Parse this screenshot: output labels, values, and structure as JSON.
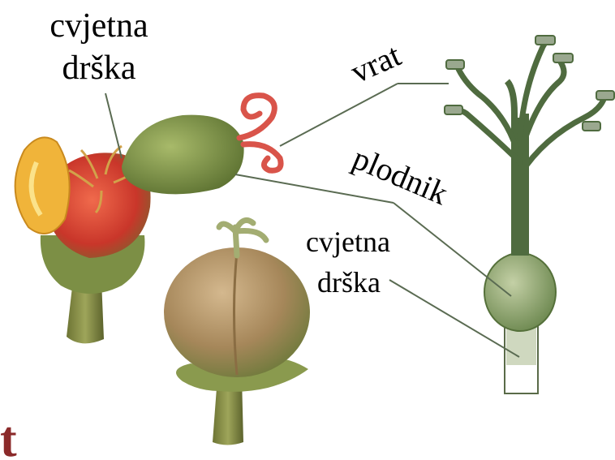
{
  "labels": {
    "pedicel_top_line1": "cvjetna",
    "pedicel_top_line2": "drška",
    "style": "vrat",
    "ovary": "plodnik",
    "pedicel_mid_line1": "cvjetna",
    "pedicel_mid_line2": "drška",
    "corner_fragment": "t"
  },
  "colors": {
    "leader_line": "#5a6b52",
    "pistil_green": "#4f6b3f",
    "ovary_green": "#8fa36e",
    "stigma_tip": "#9aa88f",
    "flower_red": "#d94a3a",
    "petal_yellow": "#f0b43a",
    "calyx_green": "#7c8f45",
    "fruit_tan": "#b89a6a",
    "corner_fragment": "#8b2a2a"
  }
}
